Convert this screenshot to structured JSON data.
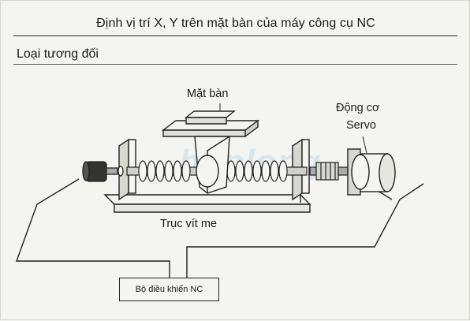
{
  "title": "Định vị trí X, Y trên mặt bàn của máy công cụ NC",
  "subtitle": "Loại tương đối",
  "labels": {
    "table": "Mặt bàn",
    "servo_line1": "Động cơ",
    "servo_line2": "Servo",
    "lead_screw": "Trục vít me",
    "nc_controller": "Bộ điều khiển NC"
  },
  "watermark": "hoplong"
}
